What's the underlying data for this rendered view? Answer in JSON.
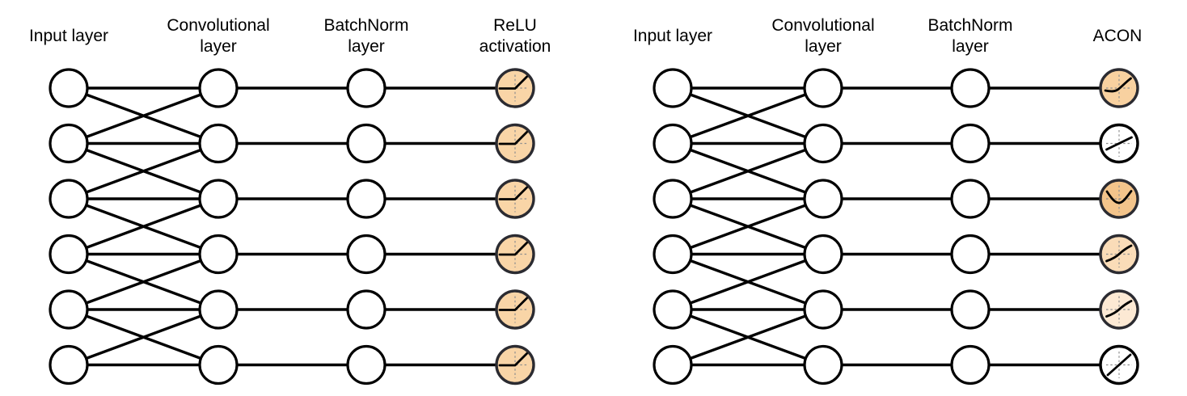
{
  "colors": {
    "edge": "#000000",
    "node_fill": "#FFFFFF",
    "node_stroke": "#000000",
    "accent_node_stroke": "#2B2B31",
    "axis_dash": "#8F8F8F",
    "curve": "#000000"
  },
  "diagrams": [
    {
      "name": "relu-network",
      "columns": [
        {
          "id": "input",
          "lines": [
            "Input layer"
          ]
        },
        {
          "id": "conv",
          "lines": [
            "Convolutional",
            "layer"
          ]
        },
        {
          "id": "batchnorm",
          "lines": [
            "BatchNorm",
            "layer"
          ]
        },
        {
          "id": "activation",
          "lines": [
            "ReLU",
            "activation"
          ]
        }
      ],
      "rows": 6,
      "conv_kernel": 3,
      "activation_nodes": [
        {
          "glyph": "relu",
          "fill": "#F9D5A7"
        },
        {
          "glyph": "relu",
          "fill": "#F9D5A7"
        },
        {
          "glyph": "relu",
          "fill": "#F9D5A7"
        },
        {
          "glyph": "relu",
          "fill": "#F9D5A7"
        },
        {
          "glyph": "relu",
          "fill": "#F9D5A7"
        },
        {
          "glyph": "relu",
          "fill": "#F9D5A7"
        }
      ]
    },
    {
      "name": "acon-network",
      "columns": [
        {
          "id": "input",
          "lines": [
            "Input layer"
          ]
        },
        {
          "id": "conv",
          "lines": [
            "Convolutional",
            "layer"
          ]
        },
        {
          "id": "batchnorm",
          "lines": [
            "BatchNorm",
            "layer"
          ]
        },
        {
          "id": "activation",
          "lines": [
            "ACON"
          ]
        }
      ],
      "rows": 6,
      "conv_kernel": 3,
      "activation_nodes": [
        {
          "glyph": "swish-shallow",
          "fill": "#F8D1A0"
        },
        {
          "glyph": "linear-shallow",
          "fill": "#FFFFFF"
        },
        {
          "glyph": "swish-dip",
          "fill": "#F3C48B"
        },
        {
          "glyph": "swish-soft",
          "fill": "#FADCB8"
        },
        {
          "glyph": "swish-soft",
          "fill": "#FCE9D4"
        },
        {
          "glyph": "linear-steep",
          "fill": "#FFFFFF"
        }
      ]
    }
  ]
}
